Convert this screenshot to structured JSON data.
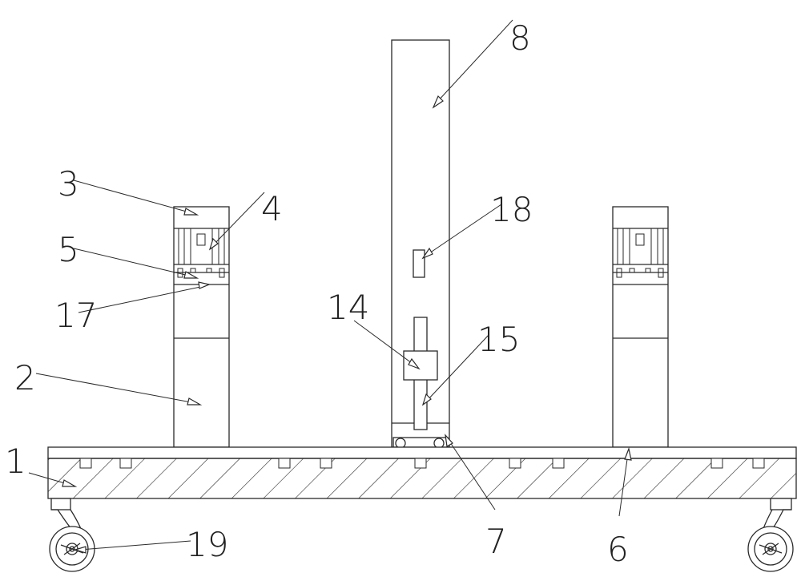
{
  "labels": {
    "l1": "1",
    "l2": "2",
    "l3": "3",
    "l4": "4",
    "l5": "5",
    "l6": "6",
    "l7": "7",
    "l8": "8",
    "l14": "14",
    "l15": "15",
    "l17": "17",
    "l18": "18",
    "l19": "19"
  },
  "colors": {
    "line": "#2a2a2a",
    "background": "#ffffff"
  }
}
